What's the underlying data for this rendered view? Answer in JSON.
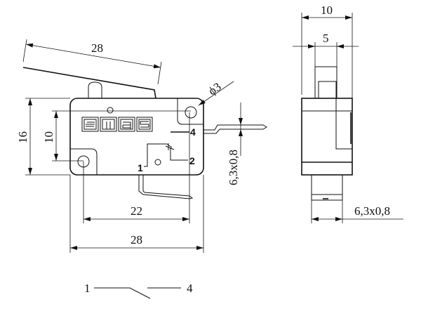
{
  "front_view": {
    "lever_length": "28",
    "height": "16",
    "hole_spacing_vertical": "10",
    "hole_diameter": "ϕ3",
    "terminal_size": "6,3x0,8",
    "hole_spacing_horizontal": "22",
    "width": "28",
    "brand_logo": "emas",
    "terminal_labels": {
      "t1": "1",
      "t2": "2",
      "t4": "4"
    }
  },
  "side_view": {
    "thickness": "10",
    "plunger_width": "5",
    "terminal_size": "6,3x0,8"
  },
  "schematic": {
    "left": "1",
    "right": "4"
  }
}
